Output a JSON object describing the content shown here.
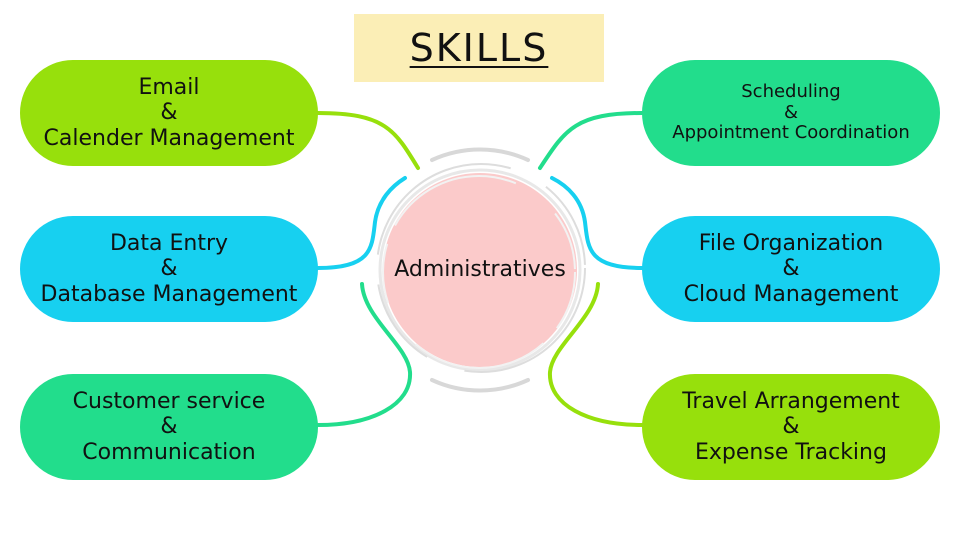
{
  "title": "SKILLS",
  "center": {
    "label": "Administratives"
  },
  "nodes": {
    "email": {
      "line1": "Email",
      "amp": "&",
      "line2": "Calender Management"
    },
    "data_entry": {
      "line1": "Data Entry",
      "amp": "&",
      "line2": "Database Management"
    },
    "customer_service": {
      "line1": "Customer service",
      "amp": "&",
      "line2": "Communication"
    },
    "scheduling": {
      "line1": "Scheduling",
      "amp": "&",
      "line2": "Appointment Coordination"
    },
    "file_org": {
      "line1": "File Organization",
      "amp": "&",
      "line2": "Cloud Management"
    },
    "travel": {
      "line1": "Travel Arrangement",
      "amp": "&",
      "line2": "Expense Tracking"
    }
  },
  "colors": {
    "lime": "#97e00c",
    "cyan": "#17d0f0",
    "teal": "#22dd8c",
    "center_fill": "#fbcaca",
    "title_highlight": "#fbeeb6"
  }
}
